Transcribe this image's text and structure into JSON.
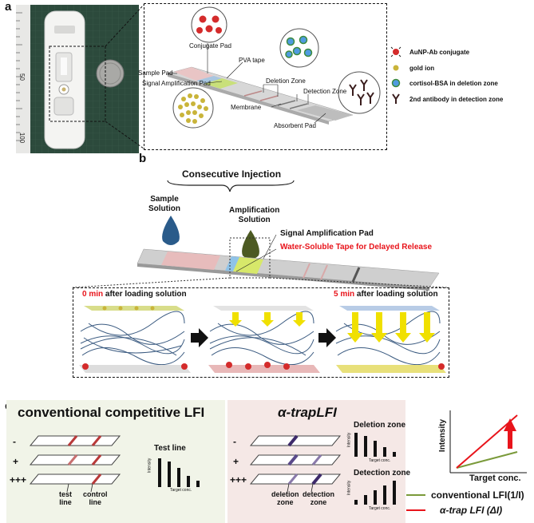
{
  "panels": {
    "a": "a",
    "b": "b",
    "c": "c"
  },
  "panel_a": {
    "labels": {
      "conjugate_pad": "Conjugate Pad",
      "sample_pad": "Sample Pad",
      "pva_tape": "PVA tape",
      "signal_amp_pad": "Signal Amplification Pad",
      "deletion_zone": "Deletion Zone",
      "detection_zone": "Detection Zone",
      "membrane": "Membrane",
      "absorbent_pad": "Absorbent Pad"
    },
    "legend": [
      {
        "icon": "aunp-ab-conjugate-icon",
        "text": "AuNP-Ab conjugate"
      },
      {
        "icon": "gold-ion-icon",
        "text": "gold ion"
      },
      {
        "icon": "cortisol-bsa-icon",
        "text": "cortisol-BSA in deletion zone"
      },
      {
        "icon": "second-antibody-icon",
        "text": "2nd antibody in detection zone"
      }
    ],
    "ruler_numbers": [
      "50",
      "100"
    ]
  },
  "panel_b": {
    "title": "Consecutive Injection",
    "sample_solution": "Sample\nSolution",
    "amplification_solution": "Amplification\nSolution",
    "signal_amp_pad": "Signal Amplification Pad",
    "water_soluble_tape": "Water-Soluble Tape for Delayed Release",
    "time0_min": "0 min",
    "time0_rest": " after loading solution",
    "time5_min": "5 min",
    "time5_rest": " after loading solution"
  },
  "panel_c": {
    "conventional_title": "conventional competitive LFI",
    "alpha_title": "α-trapLFI",
    "signs": [
      "-",
      "+",
      "+++"
    ],
    "test_line_label": "Test line",
    "test_line_caption": "test\nline",
    "control_line_caption": "control\nline",
    "deletion_zone_caption": "deletion\nzone",
    "detection_zone_caption": "detection\nzone",
    "deletion_zone_title": "Deletion zone",
    "detection_zone_title": "Detection zone",
    "intensity_label": "Intensity",
    "target_conc_label": "Target conc.",
    "big_intensity": "Intensity",
    "big_target_conc": "Target conc.",
    "legend_conventional": "conventional LFI(1/I)",
    "legend_alpha": "α-trap LFI (ΔI)",
    "colors": {
      "conventional": "#7a9a3a",
      "alpha": "#e8141b"
    }
  }
}
